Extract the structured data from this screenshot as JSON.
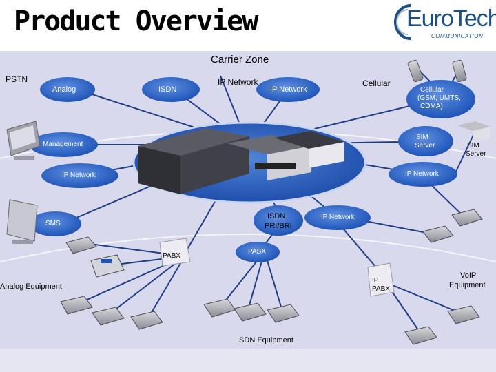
{
  "page": {
    "title": "Product Overview"
  },
  "logo": {
    "name": "EuroTech",
    "subtitle": "COMMUNICATION"
  },
  "diagram": {
    "carrier_zone": "Carrier Zone",
    "pstn": "PSTN",
    "analog": "Analog",
    "isdn": "ISDN",
    "ip_network_top": "IP Network",
    "ip_network_top2": "IP Network",
    "cellular": "Cellular",
    "cellular_types": [
      "Cellular",
      "(GSM, UMTS,",
      "CDMA)"
    ],
    "management": "Management",
    "sim_server_1": [
      "SIM",
      "Server"
    ],
    "sim_server_2": [
      "SIM",
      "Server"
    ],
    "ip_network_left": "IP Network",
    "ip_network_right": "IP Network",
    "isdn_pri_bri": [
      "ISDN",
      "PRI/BRI"
    ],
    "ip_network_mid": "IP Network",
    "sms": "SMS",
    "pabx_left": "PABX",
    "pabx_mid": "PABX",
    "ip_pabx": [
      "IP",
      "PABX"
    ],
    "voip_equipment": [
      "VoIP",
      "Equipment"
    ],
    "analog_equipment": "Analog Equipment",
    "isdn_equipment": "ISDN Equipment"
  },
  "colors": {
    "zone_fill": "#d9d9ee",
    "bubble_fill": "#2a62c6",
    "line": "#1f3e86",
    "title": "#000000",
    "logo_blue": "#1a4f8a"
  }
}
